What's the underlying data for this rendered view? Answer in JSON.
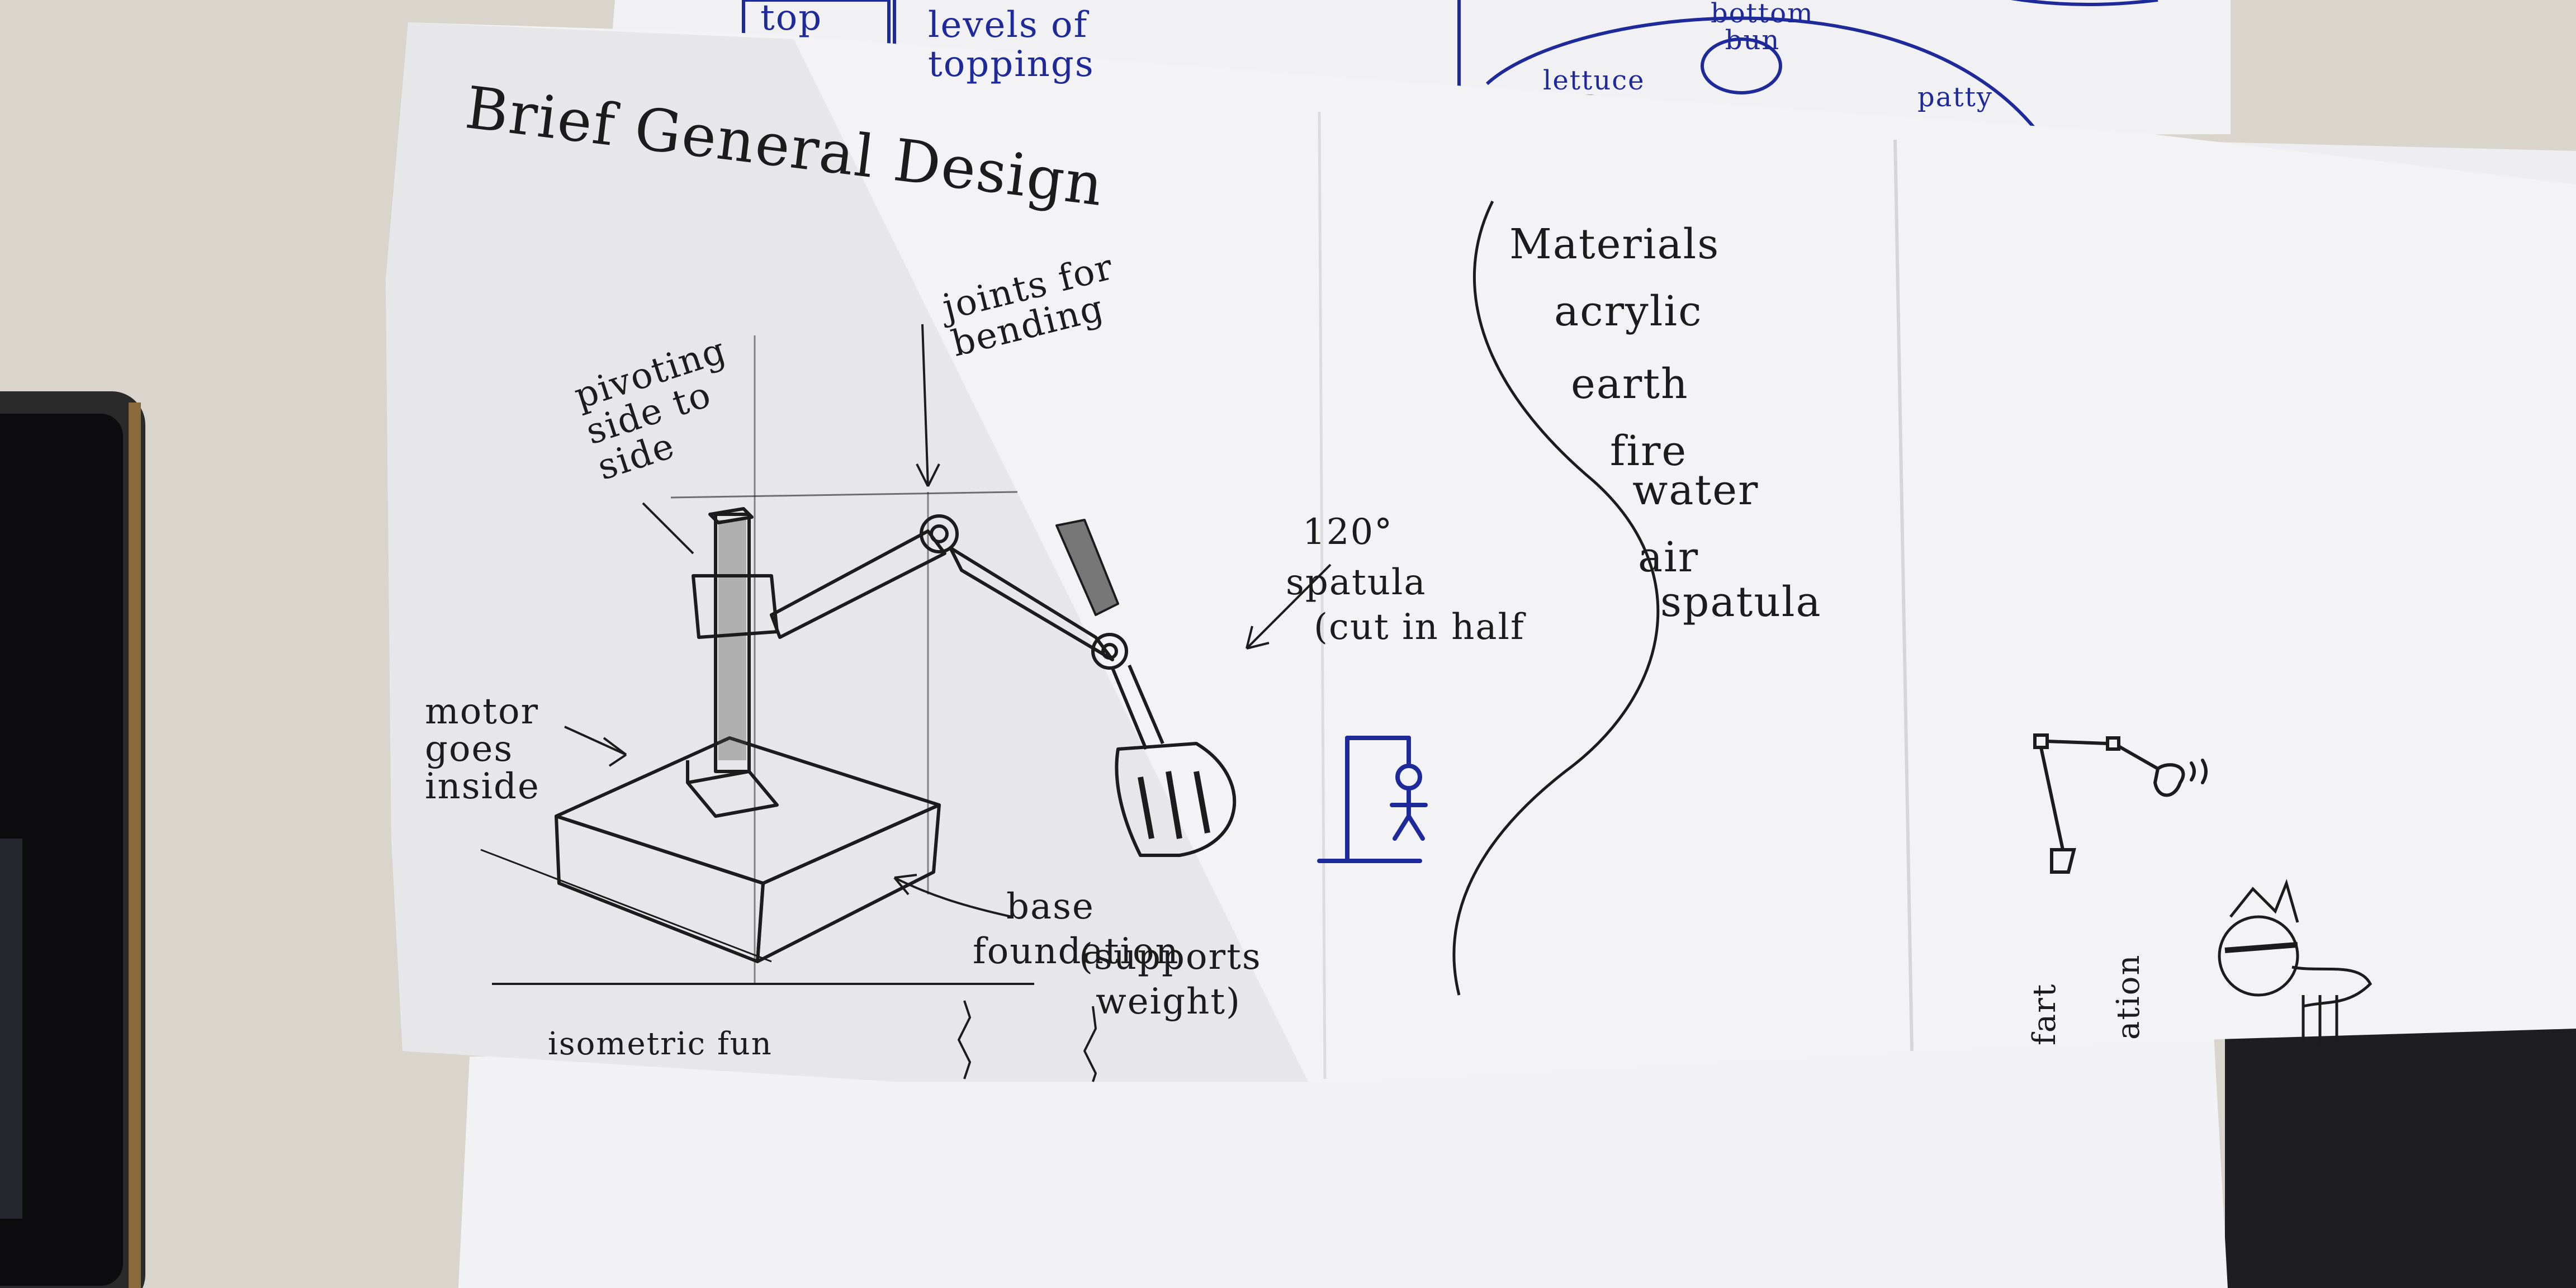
{
  "background_sheet": {
    "top_label": "top",
    "levels_label": "levels of toppings",
    "bottom_bun": "bottom bun",
    "lettuce": "lettuce",
    "patty": "patty"
  },
  "sheet": {
    "title": "Brief General Design",
    "labels": {
      "pivot": "pivoting side to side",
      "joints": "joints for bending",
      "angle": "120°",
      "spatula_line1": "spatula",
      "spatula_line2": "(cut in half",
      "motor": "motor goes inside",
      "base_line1": "base",
      "base_line2": "foundation",
      "supports_line1": "(supports",
      "supports_line2": "weight)",
      "isometric": "isometric fun"
    },
    "materials": {
      "heading": "Materials",
      "items": [
        "acrylic",
        "earth",
        "fire",
        "water",
        "air",
        "spatula"
      ]
    },
    "doodle_labels": [
      "fart",
      "ation"
    ]
  },
  "colors": {
    "desk": "#d9d5cc",
    "paper": "#f3f3f5",
    "pencil": "#1c1c1c",
    "blue_ink": "#1f2a9a"
  }
}
